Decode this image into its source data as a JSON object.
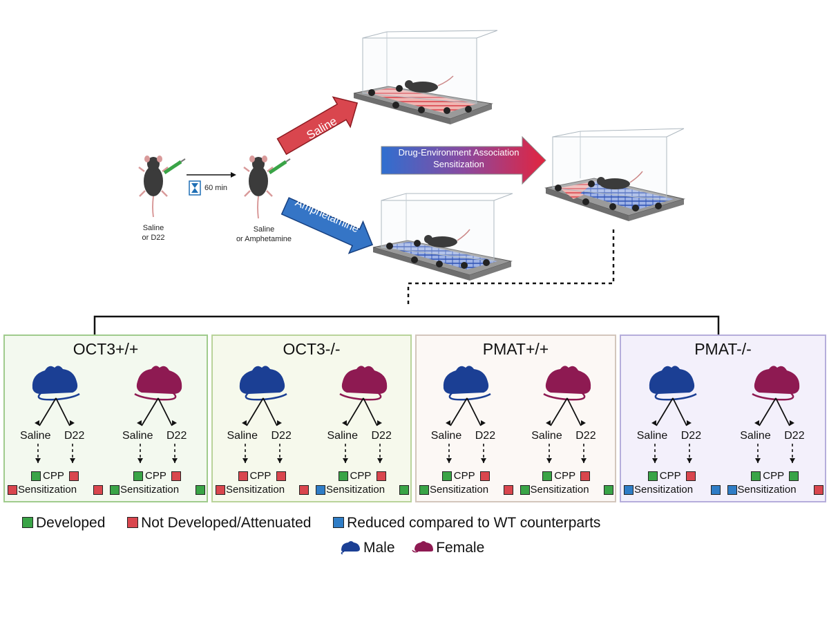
{
  "colors": {
    "developed": "#3aa447",
    "not_developed": "#d9464e",
    "reduced": "#2f7dc6",
    "male": "#1b3f94",
    "female": "#8e1a52",
    "saline_arrow": "#d9464e",
    "amphetamine_arrow": "#3575c6"
  },
  "protocol": {
    "mouse1_label_line1": "Saline",
    "mouse1_label_line2": "or D22",
    "timer_label": "60 min",
    "mouse2_label_line1": "Saline",
    "mouse2_label_line2": "or Amphetamine",
    "saline_arrow_label": "Saline",
    "amphetamine_arrow_label": "Amphetamine",
    "association_line1": "Drug-Environment Association",
    "association_line2": "Sensitization"
  },
  "panels": [
    {
      "title": "OCT3+/+",
      "border": "#9fcb8c",
      "fill": "#f3f9ef",
      "groups": [
        {
          "sex": "male",
          "saline": "Saline",
          "d22": "D22",
          "cpp": "CPP",
          "sens": "Sensitization",
          "cpp_saline": "developed",
          "cpp_d22": "not_developed",
          "sens_saline": "not_developed",
          "sens_d22": "not_developed"
        },
        {
          "sex": "female",
          "saline": "Saline",
          "d22": "D22",
          "cpp": "CPP",
          "sens": "Sensitization",
          "cpp_saline": "developed",
          "cpp_d22": "not_developed",
          "sens_saline": "developed",
          "sens_d22": "developed"
        }
      ]
    },
    {
      "title": "OCT3-/-",
      "border": "#b9d39a",
      "fill": "#f6f9ec",
      "groups": [
        {
          "sex": "male",
          "saline": "Saline",
          "d22": "D22",
          "cpp": "CPP",
          "sens": "Sensitization",
          "cpp_saline": "not_developed",
          "cpp_d22": "not_developed",
          "sens_saline": "not_developed",
          "sens_d22": "not_developed"
        },
        {
          "sex": "female",
          "saline": "Saline",
          "d22": "D22",
          "cpp": "CPP",
          "sens": "Sensitization",
          "cpp_saline": "developed",
          "cpp_d22": "not_developed",
          "sens_saline": "reduced",
          "sens_d22": "developed"
        }
      ]
    },
    {
      "title": "PMAT+/+",
      "border": "#d3c6bc",
      "fill": "#fcf8f5",
      "groups": [
        {
          "sex": "male",
          "saline": "Saline",
          "d22": "D22",
          "cpp": "CPP",
          "sens": "Sensitization",
          "cpp_saline": "developed",
          "cpp_d22": "not_developed",
          "sens_saline": "developed",
          "sens_d22": "not_developed"
        },
        {
          "sex": "female",
          "saline": "Saline",
          "d22": "D22",
          "cpp": "CPP",
          "sens": "Sensitization",
          "cpp_saline": "developed",
          "cpp_d22": "not_developed",
          "sens_saline": "developed",
          "sens_d22": "developed"
        }
      ]
    },
    {
      "title": "PMAT-/-",
      "border": "#b5addb",
      "fill": "#f3f0fb",
      "groups": [
        {
          "sex": "male",
          "saline": "Saline",
          "d22": "D22",
          "cpp": "CPP",
          "sens": "Sensitization",
          "cpp_saline": "developed",
          "cpp_d22": "not_developed",
          "sens_saline": "reduced",
          "sens_d22": "reduced"
        },
        {
          "sex": "female",
          "saline": "Saline",
          "d22": "D22",
          "cpp": "CPP",
          "sens": "Sensitization",
          "cpp_saline": "developed",
          "cpp_d22": "developed",
          "sens_saline": "reduced",
          "sens_d22": "not_developed"
        }
      ]
    }
  ],
  "legend": {
    "developed": "Developed",
    "not_developed": "Not Developed/Attenuated",
    "reduced": "Reduced compared to WT counterparts",
    "male": "Male",
    "female": "Female"
  }
}
